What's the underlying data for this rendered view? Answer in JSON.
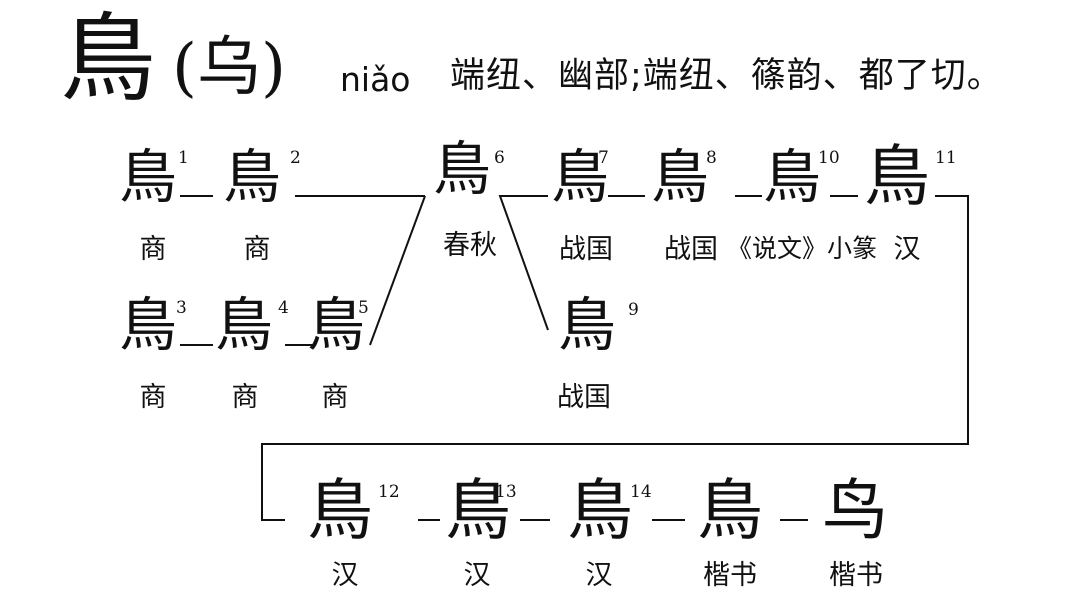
{
  "header": {
    "character": "鳥",
    "simplified": "(乌)",
    "pinyin": "niǎo",
    "fanqie": "端纽、幽部;端纽、篠韵、都了切。"
  },
  "forms": [
    {
      "n": "1",
      "glyph": "鳥",
      "caption": "商"
    },
    {
      "n": "2",
      "glyph": "鳥",
      "caption": "商"
    },
    {
      "n": "3",
      "glyph": "鳥",
      "caption": "商"
    },
    {
      "n": "4",
      "glyph": "鳥",
      "caption": "商"
    },
    {
      "n": "5",
      "glyph": "鳥",
      "caption": "商"
    },
    {
      "n": "6",
      "glyph": "鳥",
      "caption": "春秋"
    },
    {
      "n": "7",
      "glyph": "鳥",
      "caption": "战国"
    },
    {
      "n": "8",
      "glyph": "鳥",
      "caption": "战国"
    },
    {
      "n": "9",
      "glyph": "鳥",
      "caption": "战国"
    },
    {
      "n": "10",
      "glyph": "鳥",
      "caption": "《说文》小篆"
    },
    {
      "n": "11",
      "glyph": "鳥",
      "caption": "汉"
    },
    {
      "n": "12",
      "glyph": "鳥",
      "caption": "汉"
    },
    {
      "n": "13",
      "glyph": "鳥",
      "caption": "汉"
    },
    {
      "n": "14",
      "glyph": "鳥",
      "caption": "汉"
    },
    {
      "n": "",
      "glyph": "鳥",
      "caption": "楷书"
    },
    {
      "n": "",
      "glyph": "鸟",
      "caption": "楷书"
    }
  ]
}
